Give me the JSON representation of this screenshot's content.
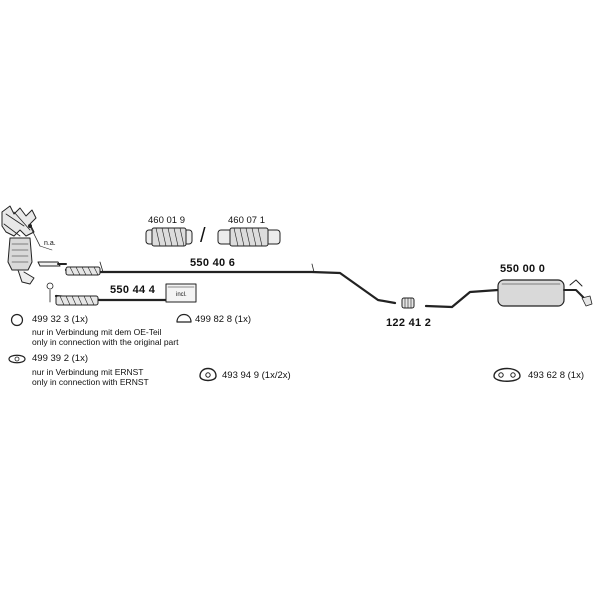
{
  "parts": {
    "main_pipe": "550 40 6",
    "front_pipe": "550 44 4",
    "connector": "122 41 2",
    "rear_muffler": "550 00 0",
    "flex_a": "460 01 9",
    "flex_b": "460 07 1",
    "flex_separator": "/"
  },
  "catalyst": {
    "na_label": "n.a."
  },
  "clamp": {
    "incl_label": "incl."
  },
  "accessories": {
    "ring_oe": {
      "code": "499 32 3 (1x)",
      "line1": "nur in Verbindung mit dem OE-Teil",
      "line2": "only in connection with the original part"
    },
    "gasket_ernst": {
      "code": "499 39 2 (1x)",
      "line1": "nur in Verbindung mit ERNST",
      "line2": "only in connection with ERNST"
    },
    "hanger_clip": {
      "code": "499 82 8 (1x)"
    },
    "rubber_hanger": {
      "code": "493 94 9 (1x/2x)"
    },
    "rubber_mount": {
      "code": "493 62 8 (1x)"
    }
  }
}
